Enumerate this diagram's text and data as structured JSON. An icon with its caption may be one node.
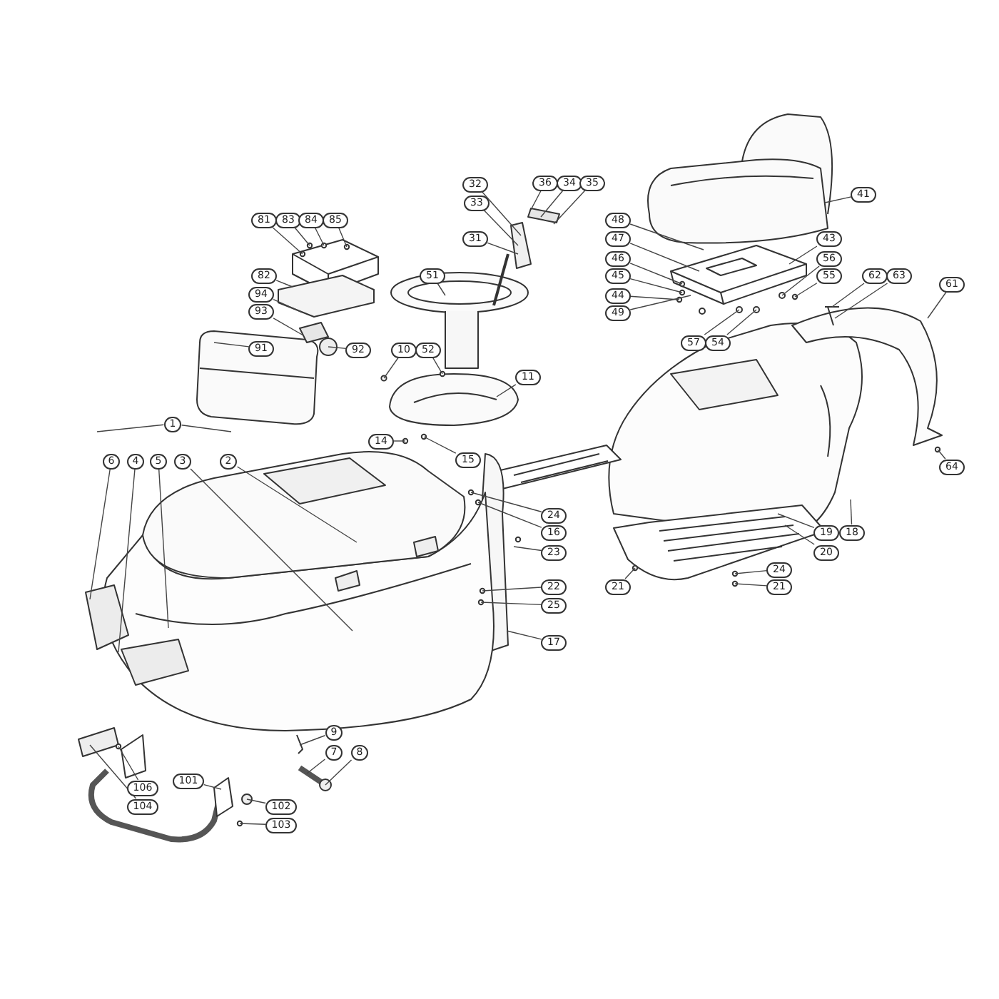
{
  "diagram": {
    "nodes": [
      {
        "text": [
          "32"
        ]
      },
      {
        "text": [
          "36"
        ]
      },
      {
        "text": [
          "34"
        ]
      },
      {
        "text": [
          "35"
        ]
      },
      {
        "text": [
          "41"
        ]
      },
      {
        "text": [
          "33"
        ]
      },
      {
        "text": [
          "48"
        ]
      },
      {
        "text": [
          "81"
        ]
      },
      {
        "text": [
          "83"
        ]
      },
      {
        "text": [
          "84"
        ]
      },
      {
        "text": [
          "85"
        ]
      },
      {
        "text": [
          "31"
        ]
      },
      {
        "text": [
          "47"
        ]
      },
      {
        "text": [
          "43"
        ]
      },
      {
        "text": [
          "46"
        ]
      },
      {
        "text": [
          "56"
        ]
      },
      {
        "text": [
          "62"
        ]
      },
      {
        "text": [
          "63"
        ]
      },
      {
        "text": [
          "82"
        ]
      },
      {
        "text": [
          "51"
        ]
      },
      {
        "text": [
          "45"
        ]
      },
      {
        "text": [
          "55"
        ]
      },
      {
        "text": [
          "61"
        ]
      },
      {
        "text": [
          "94"
        ]
      },
      {
        "text": [
          "44"
        ]
      },
      {
        "text": [
          "93"
        ]
      },
      {
        "text": [
          "49"
        ]
      },
      {
        "text": [
          "57"
        ]
      },
      {
        "text": [
          "54"
        ]
      },
      {
        "text": [
          "10"
        ]
      },
      {
        "text": [
          "52"
        ]
      },
      {
        "text": [
          "91"
        ]
      },
      {
        "text": [
          "92"
        ]
      },
      {
        "text": [
          "11"
        ]
      },
      {
        "text": [
          "14"
        ]
      },
      {
        "text": [
          "1"
        ]
      },
      {
        "text": [
          "6"
        ]
      },
      {
        "text": [
          "4"
        ]
      },
      {
        "text": [
          "5"
        ]
      },
      {
        "text": [
          "3"
        ]
      },
      {
        "text": [
          "2"
        ]
      },
      {
        "text": [
          "15"
        ]
      },
      {
        "text": [
          "64"
        ]
      },
      {
        "text": [
          "24"
        ]
      },
      {
        "text": [
          "16"
        ]
      },
      {
        "text": [
          "23"
        ]
      },
      {
        "text": [
          "19"
        ]
      },
      {
        "text": [
          "18"
        ]
      },
      {
        "text": [
          "20"
        ]
      },
      {
        "text": [
          "22"
        ]
      },
      {
        "text": [
          "25"
        ]
      },
      {
        "text": [
          "24"
        ]
      },
      {
        "text": [
          "21"
        ]
      },
      {
        "text": [
          "21"
        ]
      },
      {
        "text": [
          "17"
        ]
      },
      {
        "text": [
          "9"
        ]
      },
      {
        "text": [
          "7"
        ]
      },
      {
        "text": [
          "8"
        ]
      },
      {
        "text": [
          "101"
        ]
      },
      {
        "text": [
          "106"
        ]
      },
      {
        "text": [
          "104"
        ]
      },
      {
        "text": [
          "102"
        ]
      },
      {
        "text": [
          "103"
        ]
      }
    ],
    "edges": [
      {
        "from": 0,
        "to": null,
        "arrow": "none"
      },
      {
        "from": 1,
        "to": null,
        "arrow": "none"
      },
      {
        "from": 2,
        "to": null,
        "arrow": "none"
      },
      {
        "from": 3,
        "to": null,
        "arrow": "none"
      },
      {
        "from": 4,
        "to": null,
        "arrow": "none"
      },
      {
        "from": 5,
        "to": null,
        "arrow": "none"
      },
      {
        "from": 6,
        "to": null,
        "arrow": "none"
      },
      {
        "from": 7,
        "to": null,
        "arrow": "none"
      },
      {
        "from": 8,
        "to": null,
        "arrow": "none"
      },
      {
        "from": 9,
        "to": null,
        "arrow": "none"
      },
      {
        "from": 10,
        "to": null,
        "arrow": "none"
      },
      {
        "from": 11,
        "to": null,
        "arrow": "none"
      },
      {
        "from": 12,
        "to": null,
        "arrow": "none"
      },
      {
        "from": 13,
        "to": null,
        "arrow": "none"
      },
      {
        "from": 14,
        "to": null,
        "arrow": "none"
      },
      {
        "from": 15,
        "to": null,
        "arrow": "none"
      },
      {
        "from": 16,
        "to": null,
        "arrow": "none"
      },
      {
        "from": 17,
        "to": null,
        "arrow": "none"
      },
      {
        "from": 18,
        "to": null,
        "arrow": "none"
      },
      {
        "from": 19,
        "to": null,
        "arrow": "none"
      },
      {
        "from": 20,
        "to": null,
        "arrow": "none"
      },
      {
        "from": 21,
        "to": null,
        "arrow": "none"
      },
      {
        "from": 22,
        "to": null,
        "arrow": "none"
      },
      {
        "from": 23,
        "to": null,
        "arrow": "none"
      },
      {
        "from": 24,
        "to": null,
        "arrow": "none"
      },
      {
        "from": 25,
        "to": null,
        "arrow": "none"
      },
      {
        "from": 26,
        "to": null,
        "arrow": "none"
      },
      {
        "from": 27,
        "to": null,
        "arrow": "none"
      },
      {
        "from": 28,
        "to": null,
        "arrow": "none"
      },
      {
        "from": 29,
        "to": null,
        "arrow": "none"
      },
      {
        "from": 30,
        "to": null,
        "arrow": "none"
      },
      {
        "from": 31,
        "to": null,
        "arrow": "none"
      },
      {
        "from": 32,
        "to": null,
        "arrow": "none"
      },
      {
        "from": 33,
        "to": null,
        "arrow": "none"
      },
      {
        "from": 34,
        "to": null,
        "arrow": "none"
      },
      {
        "from": 35,
        "to": null,
        "arrow": "none"
      },
      {
        "from": 36,
        "to": null,
        "arrow": "none"
      },
      {
        "from": 37,
        "to": null,
        "arrow": "none"
      },
      {
        "from": 38,
        "to": null,
        "arrow": "none"
      },
      {
        "from": 39,
        "to": null,
        "arrow": "none"
      },
      {
        "from": 40,
        "to": null,
        "arrow": "none"
      },
      {
        "from": 41,
        "to": null,
        "arrow": "none"
      },
      {
        "from": 42,
        "to": null,
        "arrow": "none"
      },
      {
        "from": 43,
        "to": null,
        "arrow": "none"
      },
      {
        "from": 44,
        "to": null,
        "arrow": "none"
      },
      {
        "from": 45,
        "to": null,
        "arrow": "none"
      },
      {
        "from": 46,
        "to": null,
        "arrow": "none"
      },
      {
        "from": 47,
        "to": null,
        "arrow": "none"
      },
      {
        "from": 48,
        "to": null,
        "arrow": "none"
      },
      {
        "from": 49,
        "to": null,
        "arrow": "none"
      },
      {
        "from": 50,
        "to": null,
        "arrow": "none"
      },
      {
        "from": 51,
        "to": null,
        "arrow": "none"
      },
      {
        "from": 52,
        "to": null,
        "arrow": "none"
      },
      {
        "from": 53,
        "to": null,
        "arrow": "none"
      },
      {
        "from": 54,
        "to": null,
        "arrow": "none"
      },
      {
        "from": 55,
        "to": null,
        "arrow": "none"
      },
      {
        "from": 56,
        "to": null,
        "arrow": "none"
      },
      {
        "from": 57,
        "to": null,
        "arrow": "none"
      },
      {
        "from": 58,
        "to": null,
        "arrow": "none"
      },
      {
        "from": 59,
        "to": null,
        "arrow": "none"
      },
      {
        "from": 60,
        "to": null,
        "arrow": "none"
      },
      {
        "from": 61,
        "to": null,
        "arrow": "none"
      },
      {
        "from": 62,
        "to": null,
        "arrow": "none"
      }
    ]
  }
}
